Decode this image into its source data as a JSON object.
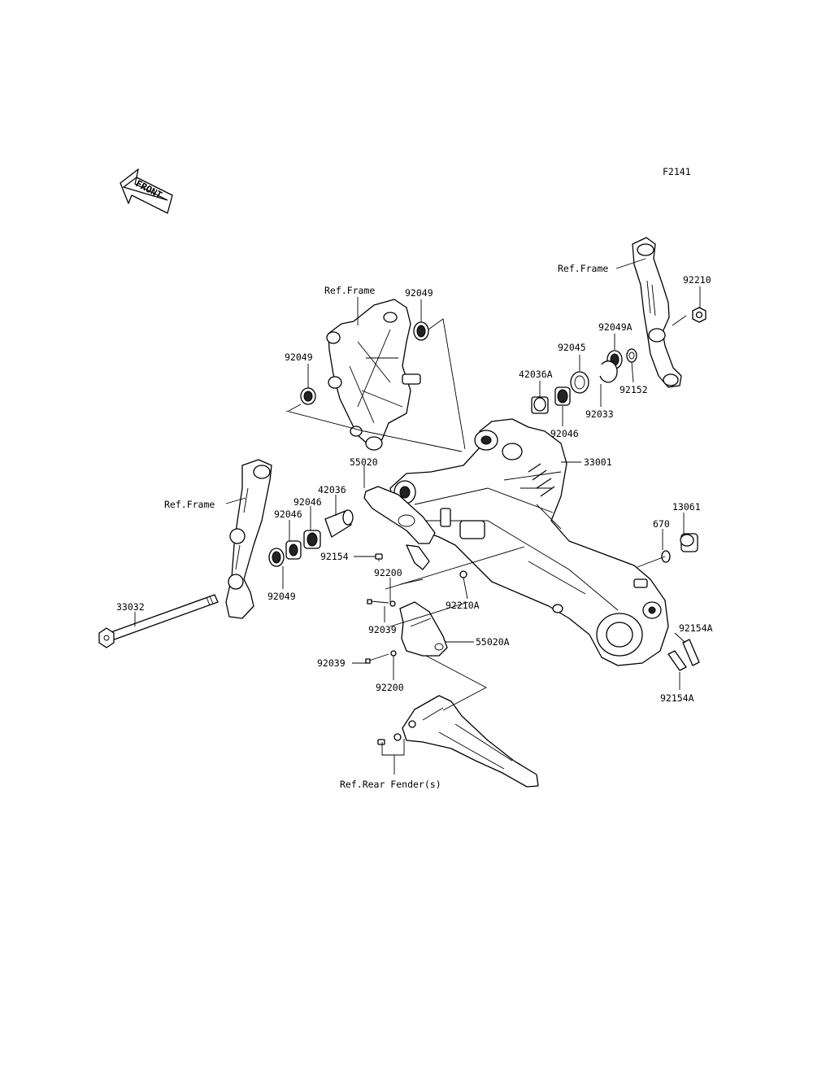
{
  "figure_code": "F2141",
  "front_label": "FRONT",
  "labels": {
    "ref_frame_top_right": "Ref.Frame",
    "ref_frame_top_left": "Ref.Frame",
    "ref_frame_left": "Ref.Frame",
    "ref_rear_fender": "Ref.Rear Fender(s)",
    "p92210": "92210",
    "p92049_top": "92049",
    "p92049_left": "92049",
    "p92049_lower": "92049",
    "p92049A": "92049A",
    "p92045": "92045",
    "p42036A": "42036A",
    "p92033": "92033",
    "p92152": "92152",
    "p92046_right": "92046",
    "p33001": "33001",
    "p55020": "55020",
    "p42036": "42036",
    "p92046_a": "92046",
    "p92046_b": "92046",
    "p92154": "92154",
    "p13061": "13061",
    "p670": "670",
    "p92200_top": "92200",
    "p92210A": "92210A",
    "p33032": "33032",
    "p92039_a": "92039",
    "p55020A": "55020A",
    "p92154A_a": "92154A",
    "p92039_b": "92039",
    "p92200_bottom": "92200",
    "p92154A_b": "92154A"
  }
}
